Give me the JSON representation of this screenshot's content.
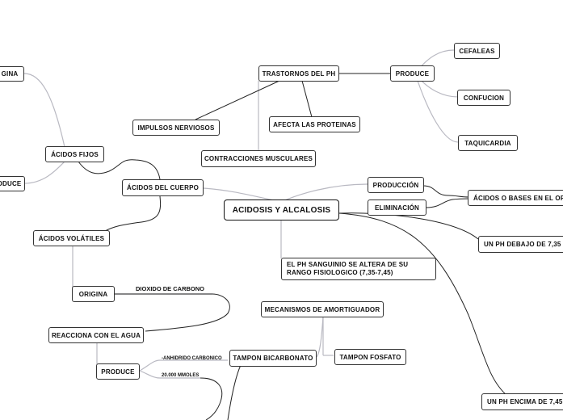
{
  "map": {
    "central": "ACIDOSIS Y ALCALOSIS",
    "acidos_cuerpo": "ÁCIDOS DEL CUERPO",
    "acidos_fijos": "ÁCIDOS FIJOS",
    "origina_left": "GINA",
    "produce_left": "ODUCE",
    "acidos_volatiles": "ÁCIDOS VOLÁTILES",
    "origina": "ORIGINA",
    "dioxido": "DIOXIDO DE CARBONO",
    "reacciona": "REACCIONA CON EL AGUA",
    "produce_bottom": "PRODUCE",
    "anhidrido": "-ANHIDRIDO CARBONICO",
    "mmoles": "20.000 MMOLES",
    "tampon_bic": "TAMPON BICARBONATO",
    "tampon_fos": "TAMPON FOSFATO",
    "mecanismos": "MECANISMOS DE AMORTIGUADOR",
    "ph_altera": "EL PH SANGUINIO SE ALTERA DE SU RANGO FISIOLOGICO (7,35-7,45)",
    "trastornos": "TRASTORNOS DEL PH",
    "impulsos": "IMPULSOS NERVIOSOS",
    "contracciones": "CONTRACCIONES MUSCULARES",
    "proteinas": "AFECTA LAS PROTEINAS",
    "produce_top": "PRODUCE",
    "cefaleas": "CEFALEAS",
    "confucion": "CONFUCION",
    "taquicardia": "TAQUICARDIA",
    "produccion": "PRODUCCIÓN",
    "eliminacion": "ELIMINACIÓN",
    "acidos_bases": "ÁCIDOS O BASES EN EL ORG",
    "ph_debajo": "UN PH DEBAJO DE 7,35",
    "ph_encima": "UN PH ENCIMA DE 7,45"
  }
}
